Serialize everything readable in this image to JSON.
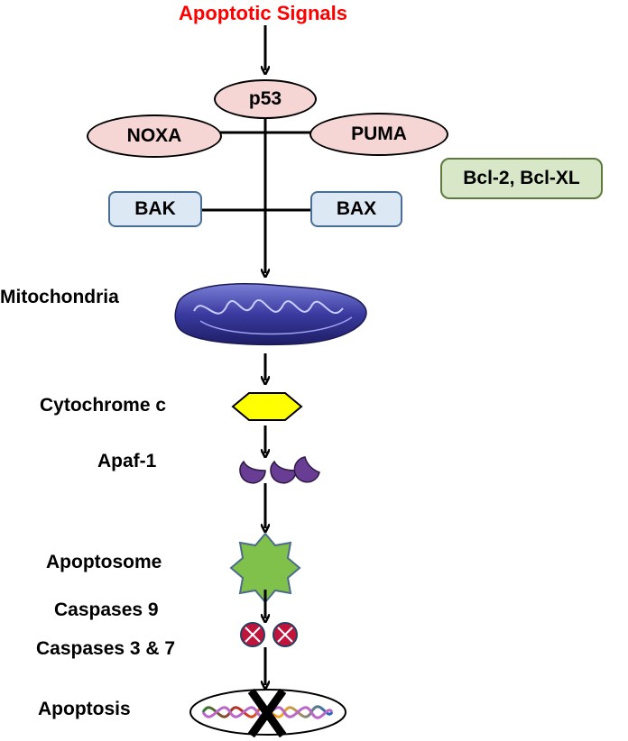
{
  "title": "Apoptotic Signals",
  "colors": {
    "title": "#ff0000",
    "oval_fill": "#f6d5d5",
    "box_fill": "#dce8f4",
    "box_border": "#4a6f96",
    "inhibitor_fill": "#d7e7c8",
    "cytochrome_fill": "#ffff00",
    "apaf_fill": "#6a3d94",
    "apoptosome_fill": "#7fc14b",
    "caspase_fill": "#c0143c",
    "mitochondria_fill": "#3a3aa0"
  },
  "nodes": {
    "p53": "p53",
    "noxa": "NOXA",
    "puma": "PUMA",
    "bak": "BAK",
    "bax": "BAX",
    "bcl": "Bcl-2, Bcl-XL"
  },
  "labels": {
    "mitochondria": "Mitochondria",
    "cytochrome": "Cytochrome c",
    "apaf": "Apaf-1",
    "apoptosome": "Apoptosome",
    "caspase9": "Caspases 9",
    "caspase37": "Caspases 3 & 7",
    "apoptosis": "Apoptosis"
  },
  "icons": {
    "mitochondria": "mitochondria-icon",
    "cytochrome": "hexagon-icon",
    "apaf": "apaf-crescent-icon",
    "apoptosome": "star-icon",
    "caspase": "caspase-x-icon",
    "dna": "dna-cross-icon"
  }
}
